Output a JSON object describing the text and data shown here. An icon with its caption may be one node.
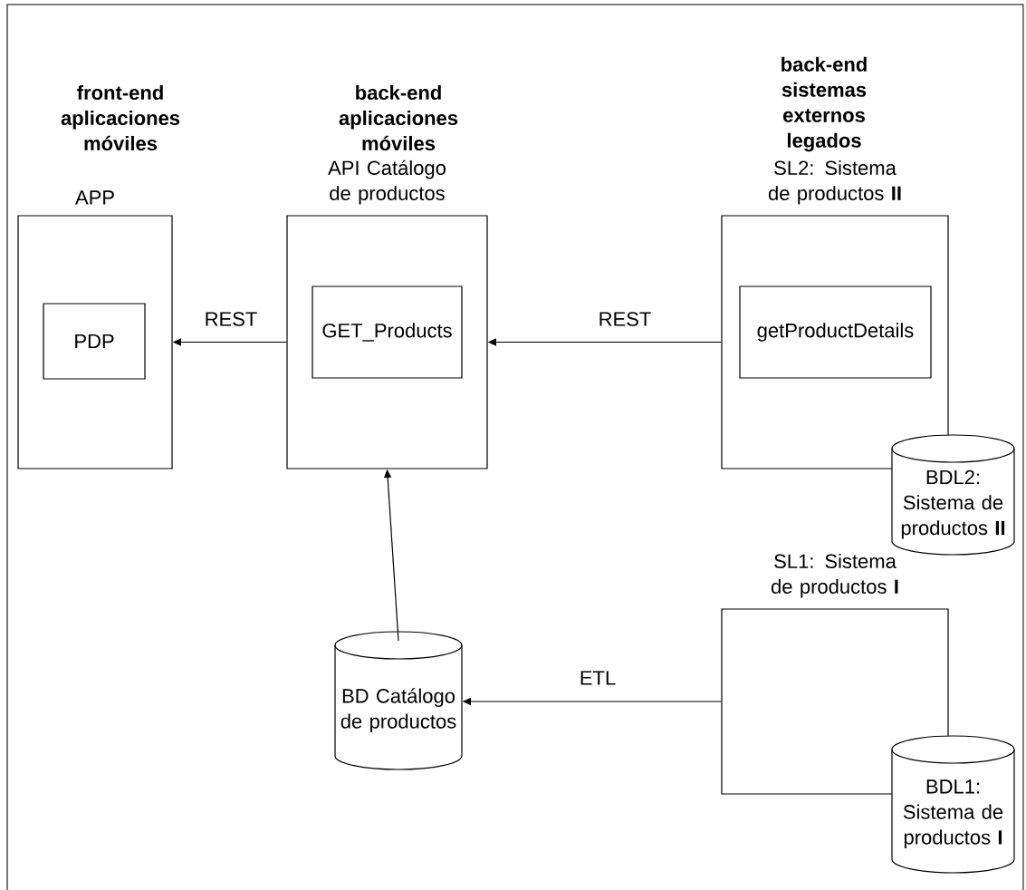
{
  "diagram": {
    "nodes": [
      {
        "text": [
          "APP"
        ]
      },
      {
        "text": [
          "PDP"
        ],
        "in": 0
      },
      {
        "text": [
          "API Catálogo de productos"
        ]
      },
      {
        "text": [
          "GET_Products"
        ],
        "in": 2
      },
      {
        "text": [
          "SL2: Sistema de productos **II**"
        ]
      },
      {
        "text": [
          "getProductDetails"
        ],
        "in": 4
      },
      {
        "text": [
          "BDL2: Sistema de productos **II**"
        ]
      },
      {
        "text": [
          "BD Catálogo de productos"
        ]
      },
      {
        "text": [
          "SL1: Sistema de productos **I**"
        ]
      },
      {
        "text": [
          "BDL1: Sistema de productos **I**"
        ]
      }
    ],
    "edges": [
      {
        "from": 2,
        "to": 0,
        "arrow": "to",
        "label": "REST"
      },
      {
        "from": 4,
        "to": 2,
        "arrow": "to",
        "label": "REST"
      },
      {
        "from": 7,
        "to": 2,
        "arrow": "to"
      },
      {
        "from": 8,
        "to": 7,
        "arrow": "to",
        "label": "ETL"
      }
    ],
    "labels": [
      "front-end aplicaciones móviles",
      "back-end aplicaciones móviles",
      "back-end sistemas externos legados"
    ]
  }
}
